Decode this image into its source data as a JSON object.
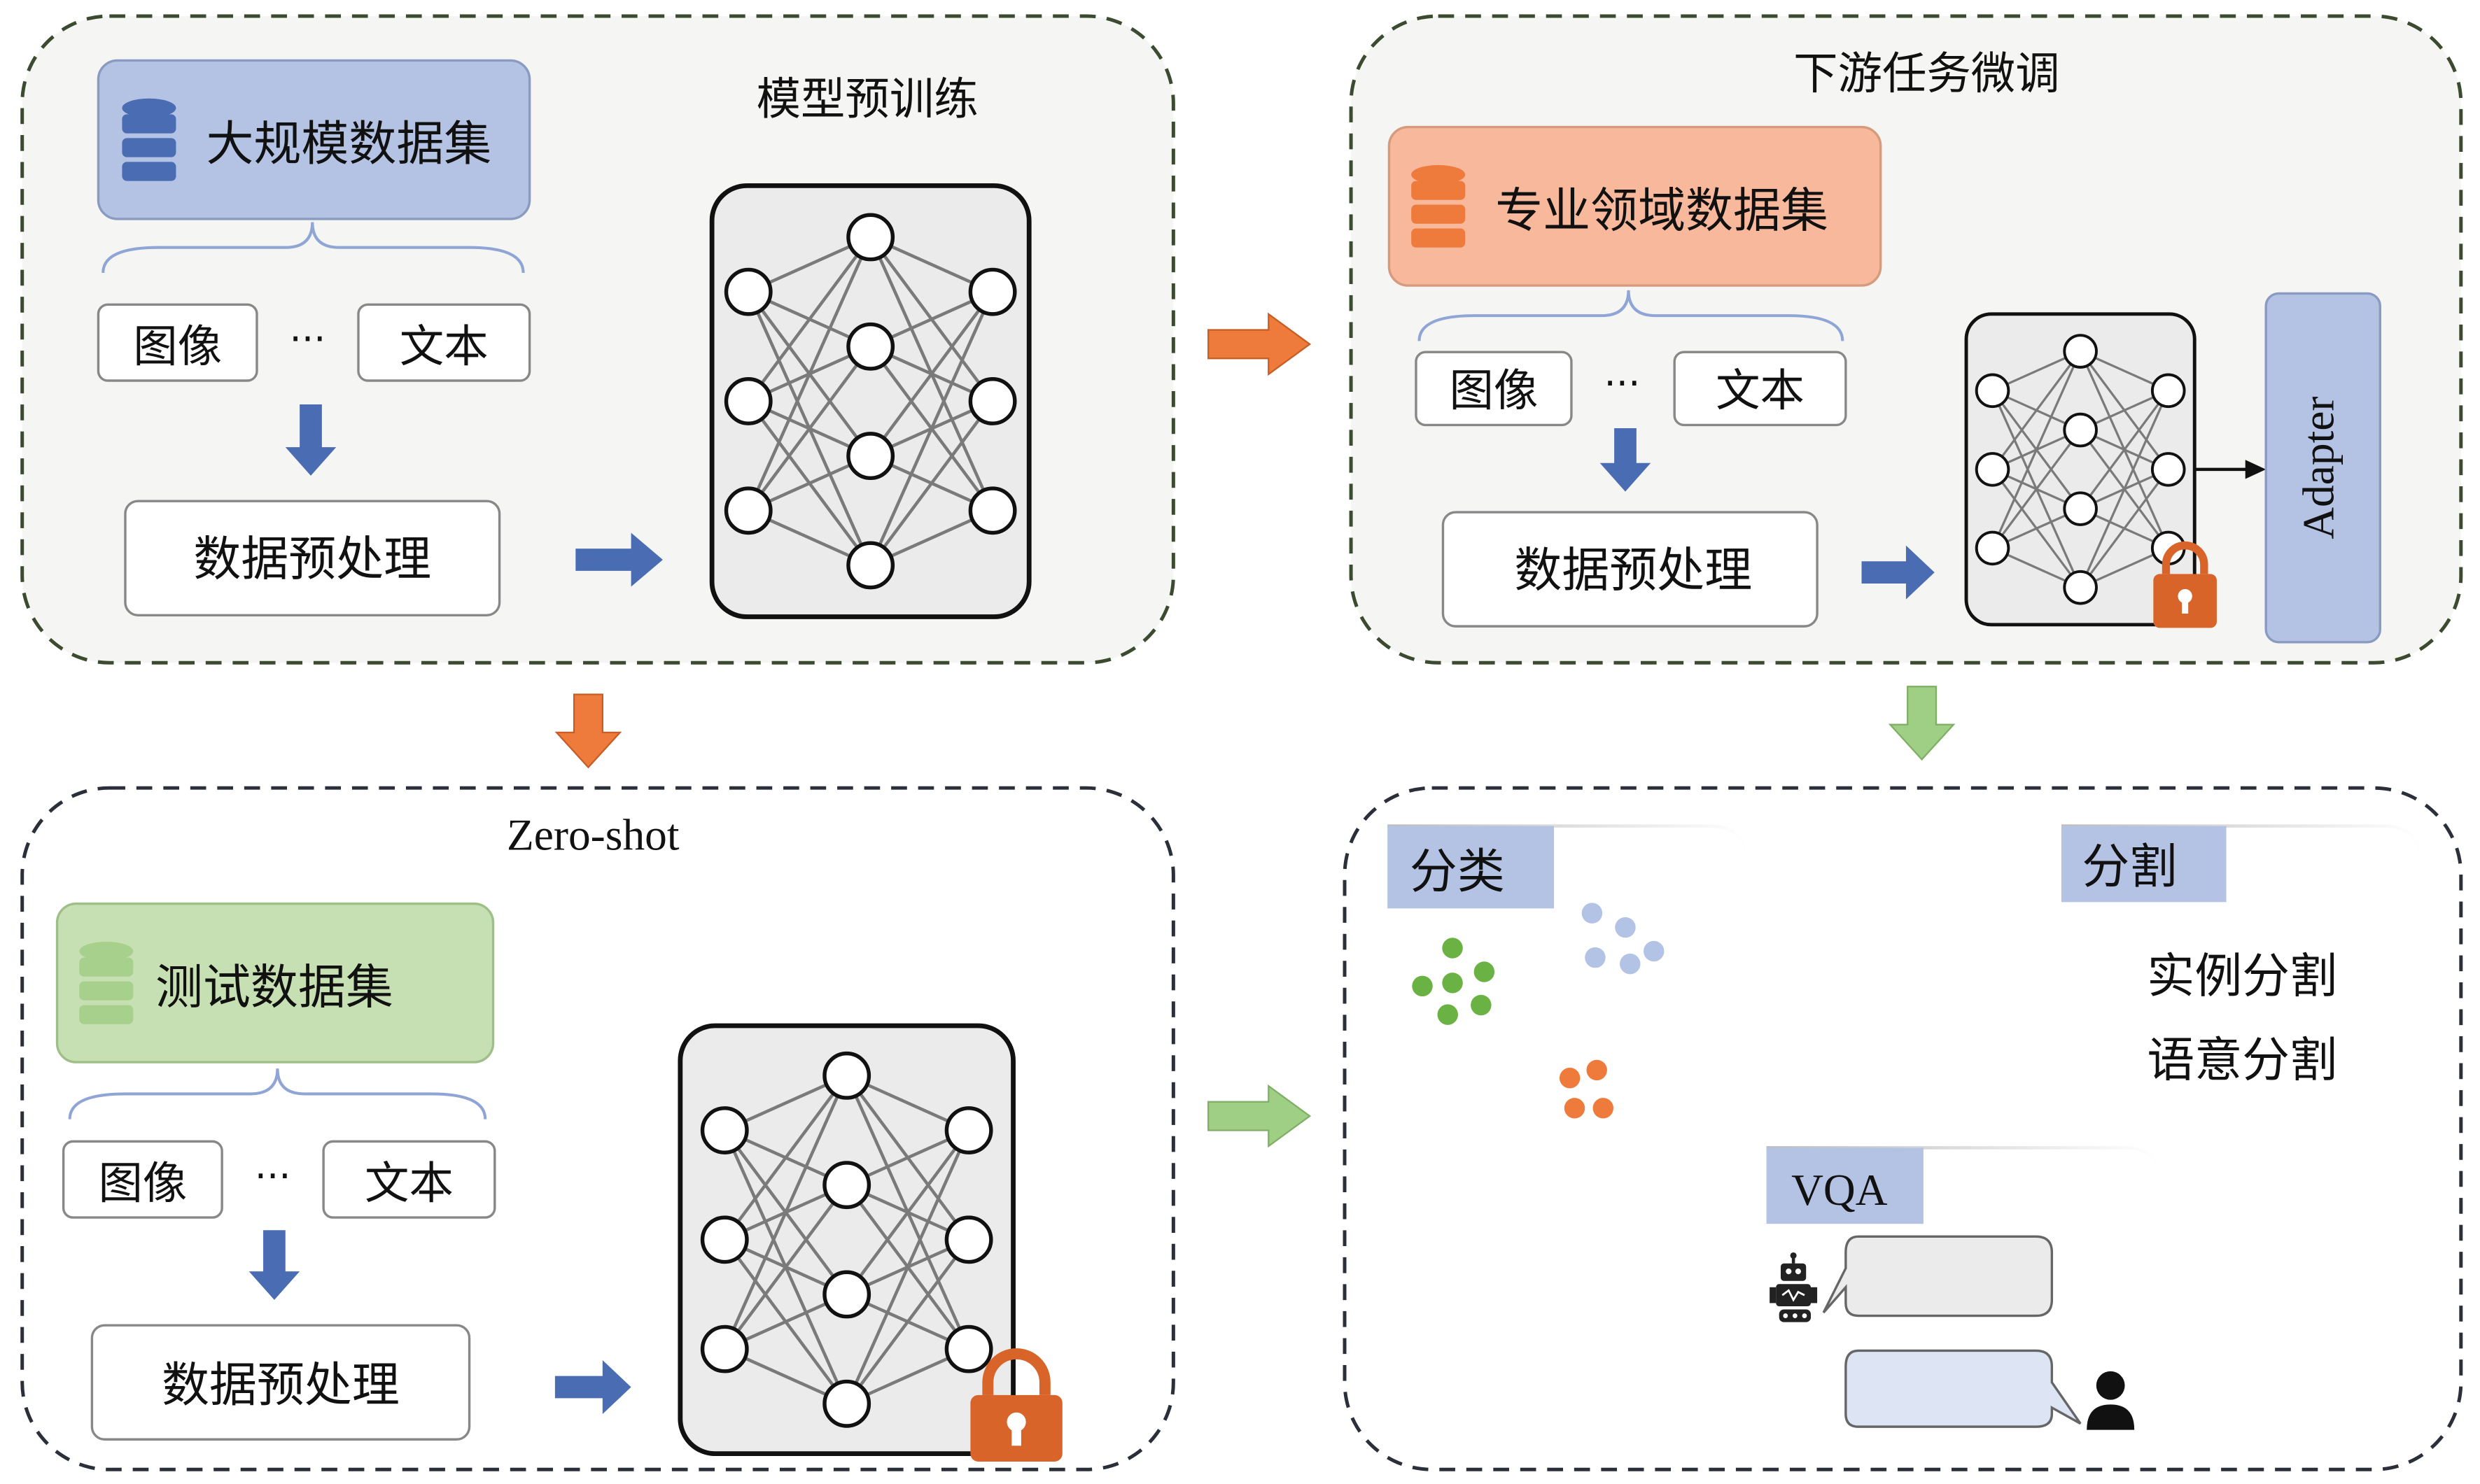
{
  "panels": {
    "pretrain": {
      "title": "模型预训练",
      "dataset": "大规模数据集",
      "modality_image": "图像",
      "ellipsis": "···",
      "modality_text": "文本",
      "preprocess": "数据预处理"
    },
    "finetune": {
      "title": "下游任务微调",
      "dataset": "专业领域数据集",
      "modality_image": "图像",
      "ellipsis": "···",
      "modality_text": "文本",
      "preprocess": "数据预处理",
      "adapter": "Adapter"
    },
    "zeroshot": {
      "title": "Zero-shot",
      "dataset": "测试数据集",
      "modality_image": "图像",
      "ellipsis": "···",
      "modality_text": "文本",
      "preprocess": "数据预处理"
    },
    "tasks": {
      "classification": "分类",
      "segmentation": "分割",
      "instance_seg": "实例分割",
      "semantic_seg": "语意分割",
      "vqa": "VQA"
    }
  },
  "colors": {
    "blue_box": "#b4c3e3",
    "orange_box": "#f8b89c",
    "green_box": "#c6e0b3",
    "adapter": "#b4c3e3",
    "blue_arrow": "#4a6cb3",
    "orange_arrow": "#ee7a3c",
    "green_arrow": "#9fcf85",
    "lock": "#d9642a",
    "dot_green": "#6ab244",
    "dot_blue": "#b2c3e6",
    "dot_orange": "#ee7a3c",
    "vqa_bot_bubble": "#ebebeb",
    "vqa_user_bubble": "#dde5f4"
  },
  "icons": [
    "database-icon",
    "lock-icon",
    "robot-icon",
    "user-icon",
    "neural-network-icon"
  ]
}
